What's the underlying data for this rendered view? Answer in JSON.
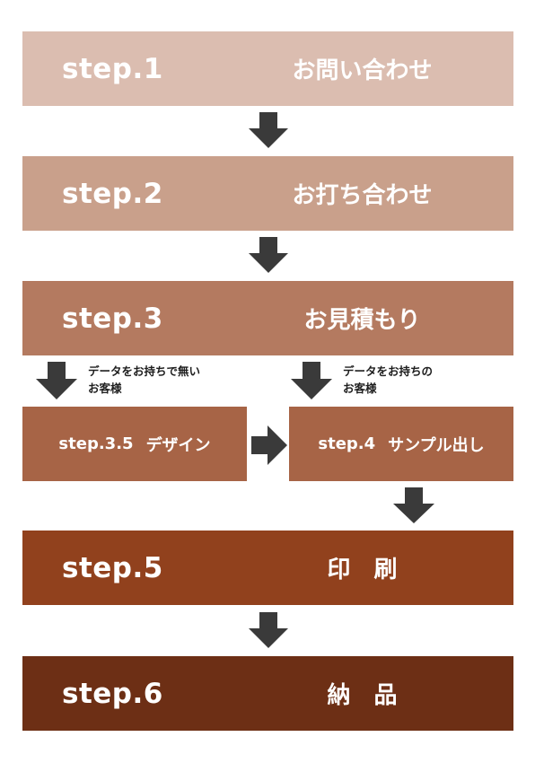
{
  "steps": [
    {
      "step": "step.1",
      "title": "お問い合わせ",
      "color": "#dbbdb0"
    },
    {
      "step": "step.2",
      "title": "お打ち合わせ",
      "color": "#c9a08b"
    },
    {
      "step": "step.3",
      "title": "お見積もり",
      "color": "#b47a60"
    },
    {
      "step": "step.3.5",
      "title": "デザイン",
      "color": "#a76446"
    },
    {
      "step": "step.4",
      "title": "サンプル出し",
      "color": "#a76446"
    },
    {
      "step": "step.5",
      "title": "印　刷",
      "color": "#91411d"
    },
    {
      "step": "step.6",
      "title": "納　品",
      "color": "#6d2f15"
    }
  ],
  "notes": {
    "no_data": [
      "データをお持ちで無い",
      "お客様"
    ],
    "has_data": [
      "データをお持ちの",
      "お客様"
    ]
  },
  "arrow_color": "#3a3a3a"
}
